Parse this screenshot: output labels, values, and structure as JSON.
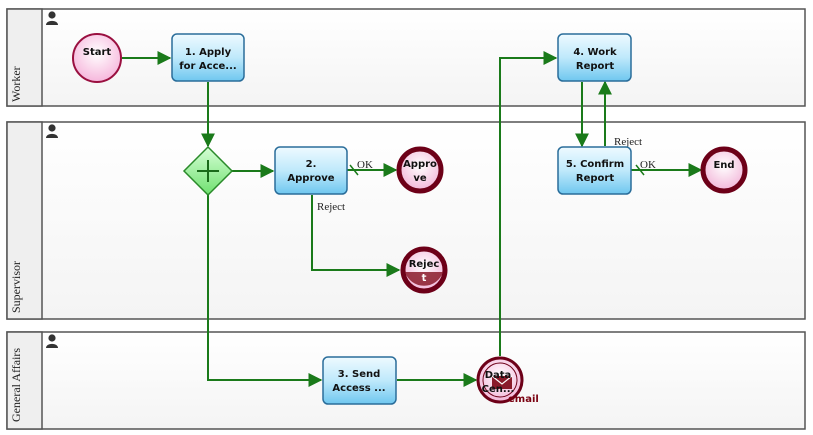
{
  "lanes": [
    {
      "id": "worker",
      "title": "Worker",
      "icon": "person-icon"
    },
    {
      "id": "supervisor",
      "title": "Supervisor",
      "icon": "person-icon"
    },
    {
      "id": "general_affairs",
      "title": "General Affairs",
      "icon": "person-icon"
    }
  ],
  "events": {
    "start": "Start",
    "approve_end": [
      "Appro",
      "ve"
    ],
    "reject_end": [
      "Rejec",
      "t"
    ],
    "data_center": [
      "Data",
      "Cen..."
    ],
    "data_center_email": "email",
    "end": "End"
  },
  "tasks": {
    "apply": [
      "1. Apply",
      "for Acce..."
    ],
    "approve": [
      "2.",
      "Approve"
    ],
    "send": [
      "3. Send",
      "Access ..."
    ],
    "work_report": [
      "4. Work",
      "Report"
    ],
    "confirm_report": [
      "5. Confirm",
      "Report"
    ]
  },
  "gateway": {
    "type": "parallel",
    "icon": "plus-icon"
  },
  "flow_labels": {
    "approve_ok": "OK",
    "approve_reject": "Reject",
    "confirm_ok": "OK",
    "confirm_reject": "Reject"
  },
  "colors": {
    "lane_border": "#555555",
    "lane_header_fill": "#efefef",
    "flow_line": "#1a7a1a",
    "task_fill_top": "#e6f7ff",
    "task_fill_bottom": "#80cff2",
    "task_border": "#2a6d9a",
    "start_fill": "#fbd0ea",
    "start_border": "#9a1040",
    "end_border": "#6d0018",
    "gateway_fill": "#9ef09e",
    "gateway_border": "#2a8a2a"
  }
}
